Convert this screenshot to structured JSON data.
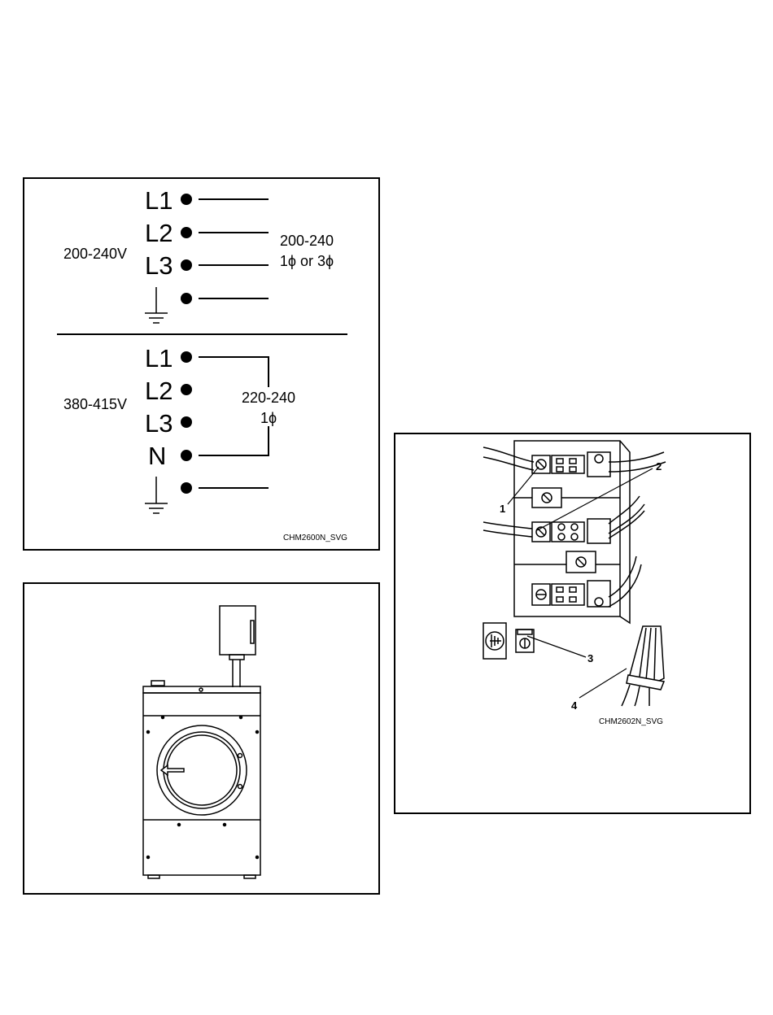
{
  "wiring_diagram": {
    "upper": {
      "voltage_label": "200-240V",
      "terminals": [
        "L1",
        "L2",
        "L3"
      ],
      "supply_label_line1": "200-240",
      "supply_label_line2": "1ϕ or 3ϕ"
    },
    "lower": {
      "voltage_label": "380-415V",
      "terminals": [
        "L1",
        "L2",
        "L3",
        "N"
      ],
      "supply_label_line1": "220-240",
      "supply_label_line2": "1ϕ"
    },
    "figure_code": "CHM2600N_SVG"
  },
  "terminal_block": {
    "callouts": [
      "1",
      "2",
      "3",
      "4"
    ],
    "figure_code": "CHM2602N_SVG"
  },
  "icons": {
    "ground": "ground-icon",
    "terminal_dot": "terminal-dot-icon",
    "wire_nut": "wire-nut-icon"
  }
}
